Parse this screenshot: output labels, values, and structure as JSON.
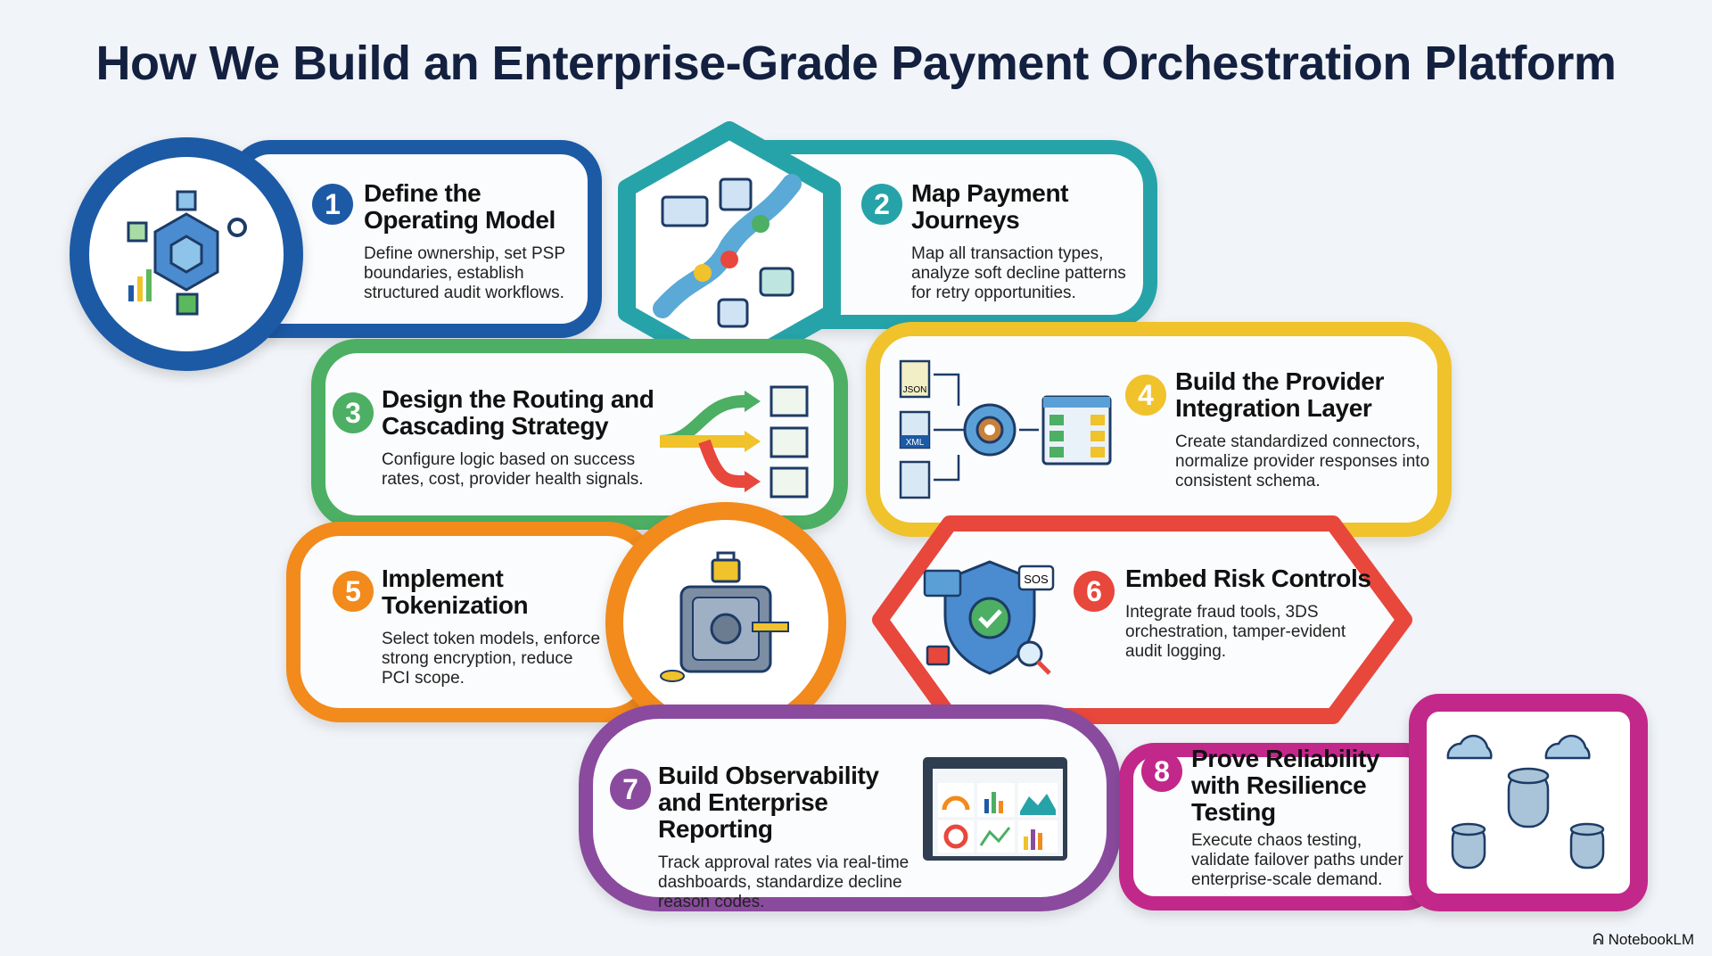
{
  "title": "How We Build an Enterprise-Grade Payment Orchestration Platform",
  "colors": {
    "s1": "#1c5aa6",
    "s2": "#26a3a8",
    "s3": "#4caf63",
    "s4": "#f0c22b",
    "s5": "#f28a1c",
    "s6": "#e8473c",
    "s7": "#8a4a9e",
    "s8": "#c2288a"
  },
  "steps": [
    {
      "num": "1",
      "title": "Define the Operating Model",
      "body": "Define ownership, set PSP boundaries, establish structured audit workflows.",
      "icon": "hub-network-icon"
    },
    {
      "num": "2",
      "title": "Map Payment Journeys",
      "body": "Map all transaction types, analyze soft decline patterns for retry opportunities.",
      "icon": "journey-map-icon"
    },
    {
      "num": "3",
      "title": "Design the Routing and Cascading Strategy",
      "body": "Configure logic based on success rates, cost, provider health signals.",
      "icon": "routing-arrows-icon"
    },
    {
      "num": "4",
      "title": "Build the Provider Integration Layer",
      "body": "Create standardized connectors, normalize provider responses into consistent schema.",
      "icon": "integration-gear-icon",
      "labels": [
        "JSON",
        "XML"
      ]
    },
    {
      "num": "5",
      "title": "Implement Tokenization",
      "body": "Select token models, enforce strong encryption, reduce PCI scope.",
      "icon": "vault-icon"
    },
    {
      "num": "6",
      "title": "Embed Risk Controls",
      "body": "Integrate fraud tools, 3DS orchestration, tamper-evident audit logging.",
      "icon": "shield-check-icon",
      "labels": [
        "SOS"
      ]
    },
    {
      "num": "7",
      "title": "Build Observability and Enterprise Reporting",
      "body": "Track approval rates via real-time dashboards, standardize decline reason codes.",
      "icon": "dashboard-icon"
    },
    {
      "num": "8",
      "title": "Prove Reliability with Resilience Testing",
      "body": "Execute chaos testing, validate failover paths under enterprise-scale demand.",
      "icon": "cloud-database-icon"
    }
  ],
  "footer": "NotebookLM"
}
